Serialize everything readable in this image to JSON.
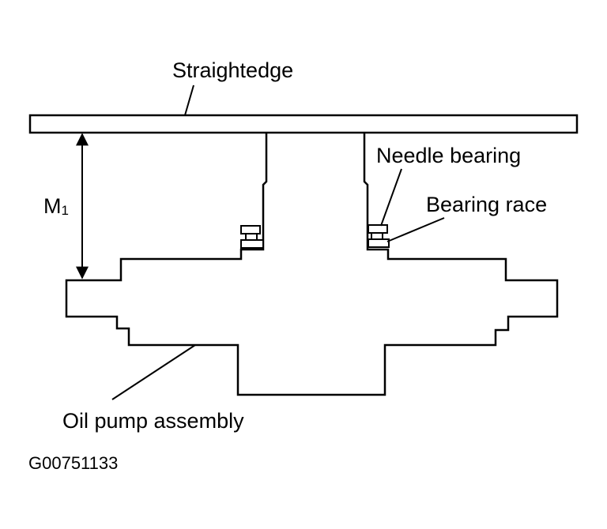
{
  "labels": {
    "straightedge": "Straightedge",
    "needle_bearing": "Needle bearing",
    "bearing_race": "Bearing race",
    "measurement_main": "M",
    "measurement_sub": "1",
    "oil_pump_assembly": "Oil pump assembly"
  },
  "figure_code": "G00751133",
  "colors": {
    "line": "#000000",
    "background": "#ffffff"
  }
}
